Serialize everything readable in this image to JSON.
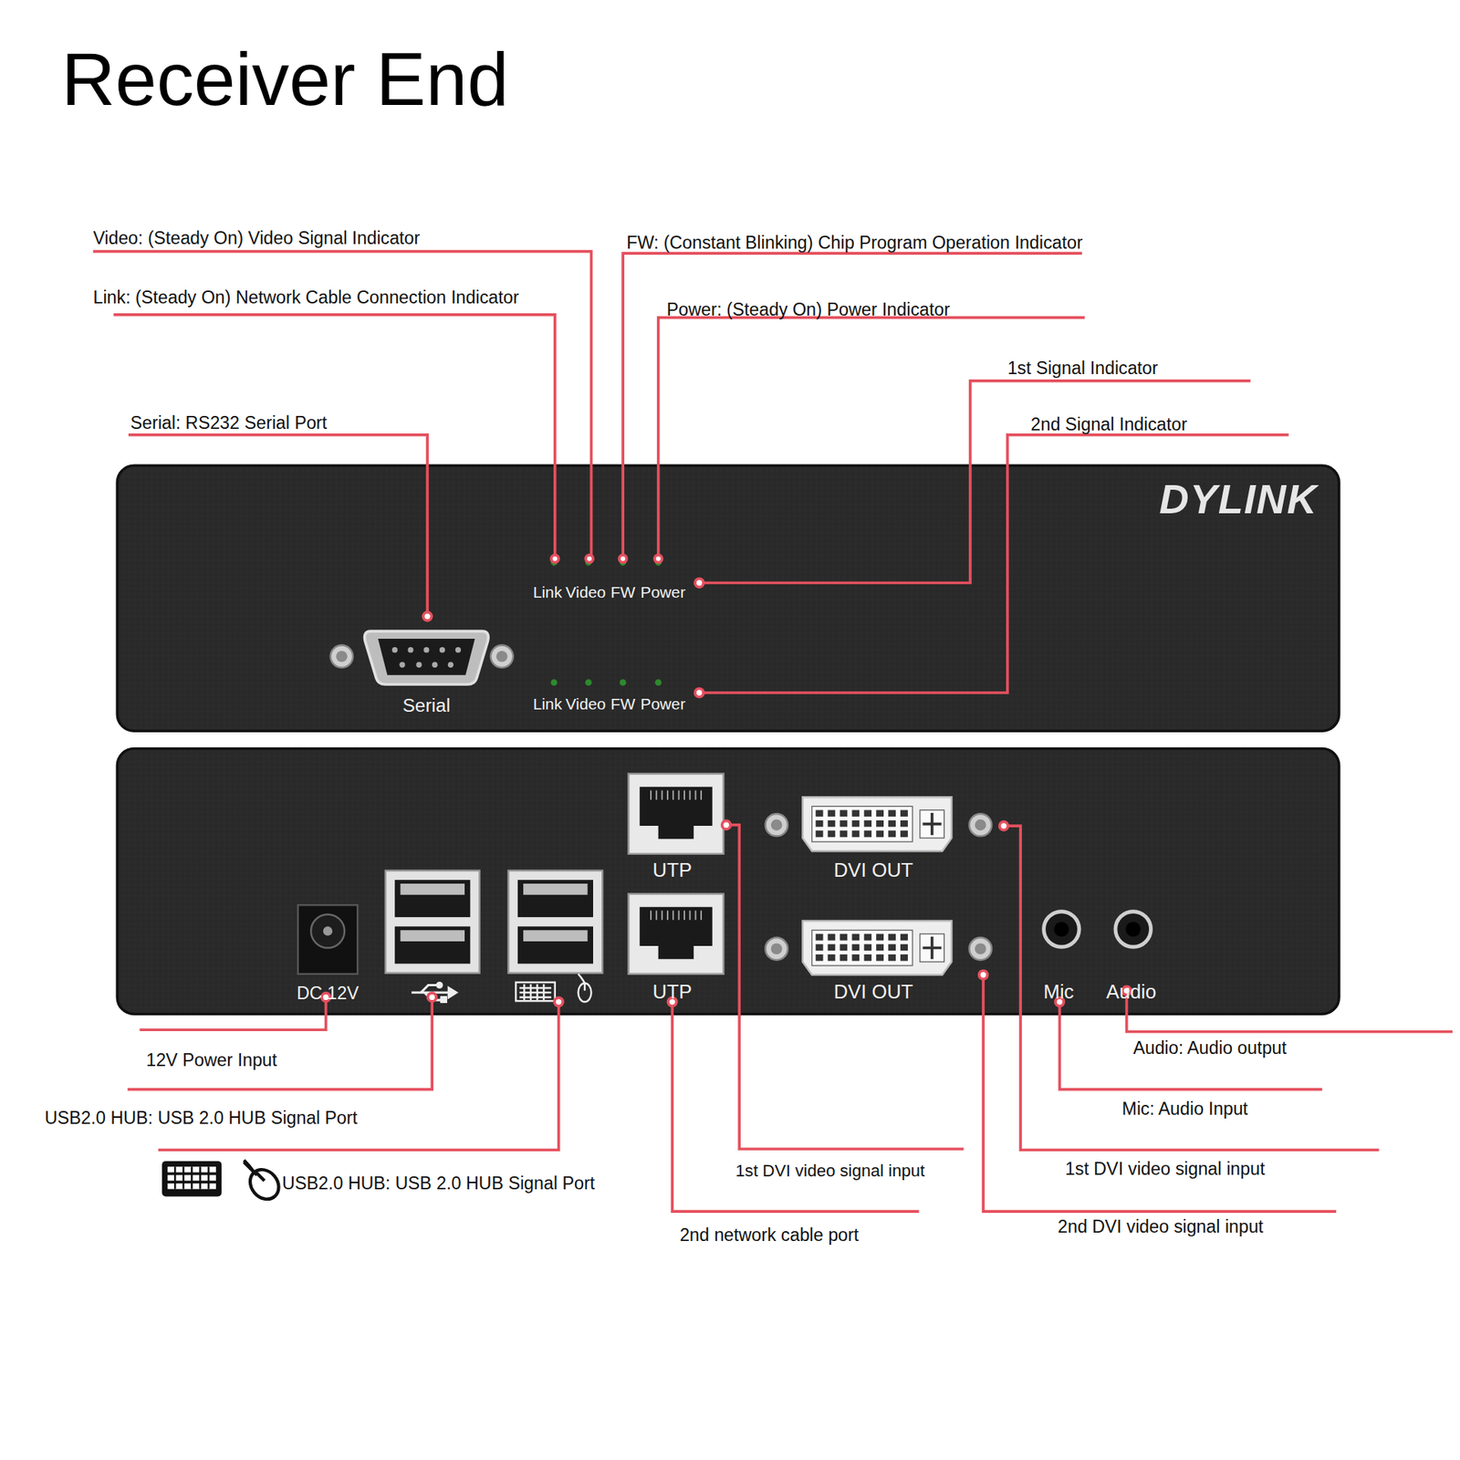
{
  "diagram": {
    "title": "Receiver End",
    "labels": [
      "Video: (Steady On) Video Signal Indicator",
      "Link: (Steady On) Network Cable Connection Indicator",
      "FW: (Constant Blinking) Chip Program Operation Indicator",
      "Power: (Steady On) Power Indicator",
      "1st Signal Indicator",
      "2nd Signal Indicator",
      "Serial: RS232 Serial Port",
      "DYLINK",
      "Link",
      "Video",
      "FW",
      "Power",
      "Link",
      "Video",
      "FW",
      "Power",
      "Serial",
      "UTP",
      "DVI OUT",
      "DC 12V",
      "UTP",
      "DVI OUT",
      "Mic",
      "Audio",
      "12V Power Input",
      "USB2.0 HUB: USB 2.0 HUB Signal Port",
      "USB2.0 HUB: USB 2.0 HUB Signal Port",
      "1st DVI video signal input",
      "2nd network cable port",
      "Audio: Audio output",
      "Mic: Audio Input",
      "1st DVI video signal input",
      "2nd DVI video signal input"
    ]
  }
}
